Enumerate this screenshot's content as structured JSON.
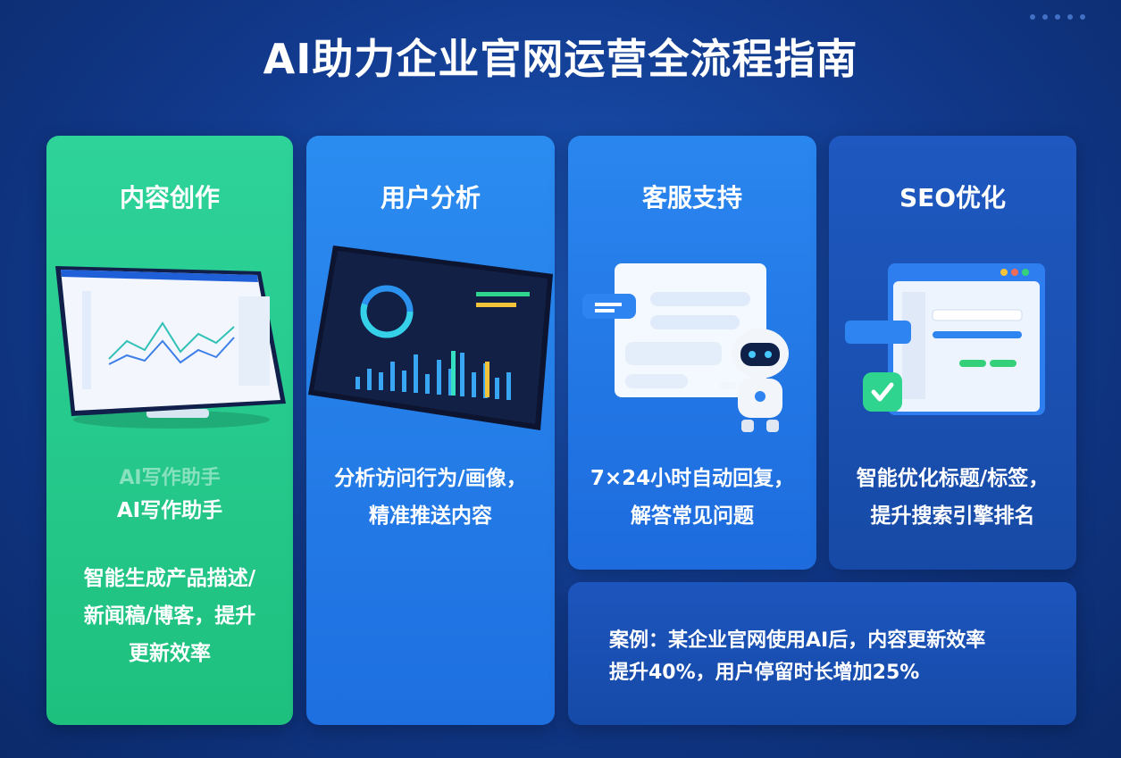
{
  "page": {
    "title": "AI助力企业官网运营全流程指南"
  },
  "cards": {
    "content": {
      "title": "内容创作",
      "ghost_label": "AI写作助手",
      "subtitle": "AI写作助手",
      "description_lines": [
        "智能生成产品描述/",
        "新闻稿/博客，提升",
        "更新效率"
      ]
    },
    "users": {
      "title": "用户分析",
      "description_lines": [
        "分析访问行为/画像，",
        "精准推送内容"
      ]
    },
    "service": {
      "title": "客服支持",
      "description_lines": [
        "7×24小时自动回复，",
        "解答常见问题"
      ]
    },
    "seo": {
      "title": "SEO优化",
      "description_lines": [
        "智能优化标题/标签，",
        "提升搜索引擎排名"
      ]
    },
    "case": {
      "lines": [
        "案例：某企业官网使用AI后，内容更新效率",
        "提升40%，用户停留时长增加25%"
      ]
    }
  },
  "colors": {
    "background": "#11388a",
    "content_card": "#25c98c",
    "users_card": "#2680eb",
    "service_card": "#2479e8",
    "seo_card": "#1b52b4",
    "case_card": "#1a50b4"
  },
  "icons": [
    "tablet-dashboard-illustration",
    "analytics-tablet-illustration",
    "chat-window-illustration",
    "robot-icon",
    "seo-window-illustration",
    "check-icon"
  ]
}
